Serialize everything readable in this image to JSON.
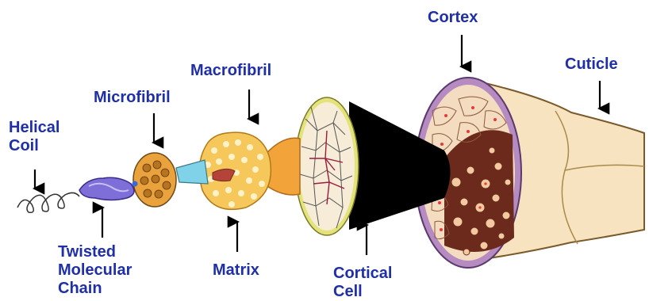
{
  "colors": {
    "label_text": "#1f2fa8",
    "cuticle_fill": "#f7e3c0",
    "cortex_ring": "#b58bc2",
    "cortex_cells": "#6b2a1c",
    "macrofibril_fill": "#f6c75a",
    "matrix_bridge": "#f2a43a",
    "microfibril_fill": "#e9a23c",
    "cortical_cell_border": "#e3e37a",
    "cortical_cell_lines": "#9b1c3c",
    "molecular_chain": "#7e6ed8",
    "connector_blue": "#7fd2e8",
    "connector_red": "#b4443a",
    "arrow": "#000000"
  },
  "labels": {
    "helical_coil": [
      "Helical",
      "Coil"
    ],
    "microfibril": [
      "Microfibril"
    ],
    "macrofibril": [
      "Macrofibril"
    ],
    "cortex": [
      "Cortex"
    ],
    "cuticle": [
      "Cuticle"
    ],
    "twisted_molecular_chain": [
      "Twisted",
      "Molecular",
      "Chain"
    ],
    "matrix": [
      "Matrix"
    ],
    "cortical_cell": [
      "Cortical",
      "Cell"
    ]
  }
}
